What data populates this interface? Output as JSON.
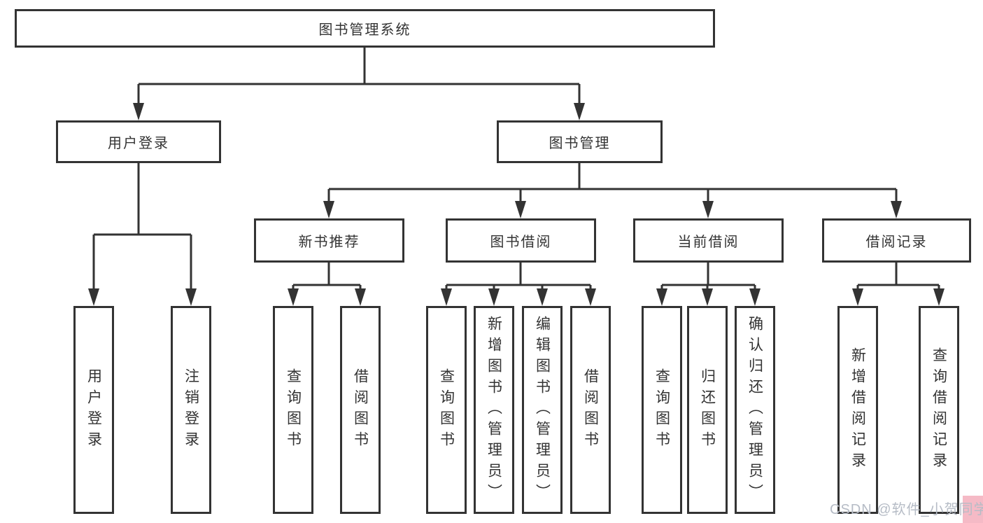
{
  "diagram": {
    "type": "tree",
    "direction": "top-down",
    "tree": {
      "label": "图书管理系统",
      "children": [
        {
          "label": "用户登录",
          "children": [
            {
              "label": "用户登录"
            },
            {
              "label": "注销登录"
            }
          ]
        },
        {
          "label": "图书管理",
          "children": [
            {
              "label": "新书推荐",
              "children": [
                {
                  "label": "查询图书"
                },
                {
                  "label": "借阅图书"
                }
              ]
            },
            {
              "label": "图书借阅",
              "children": [
                {
                  "label": "查询图书"
                },
                {
                  "label": "新增图书（管理员）"
                },
                {
                  "label": "编辑图书（管理员）"
                },
                {
                  "label": "借阅图书"
                }
              ]
            },
            {
              "label": "当前借阅",
              "children": [
                {
                  "label": "查询图书"
                },
                {
                  "label": "归还图书"
                },
                {
                  "label": "确认归还（管理员）"
                }
              ]
            },
            {
              "label": "借阅记录",
              "children": [
                {
                  "label": "新增借阅记录"
                },
                {
                  "label": "查询借阅记录"
                }
              ]
            }
          ]
        }
      ]
    }
  },
  "colors": {
    "line": "#333333",
    "text": "#333333",
    "box_background": "#ffffff",
    "watermark_text": "#b6bcc6",
    "watermark_accent": "#f5bac6"
  },
  "watermark": {
    "text": "CSDN @软件_小贺同学"
  }
}
